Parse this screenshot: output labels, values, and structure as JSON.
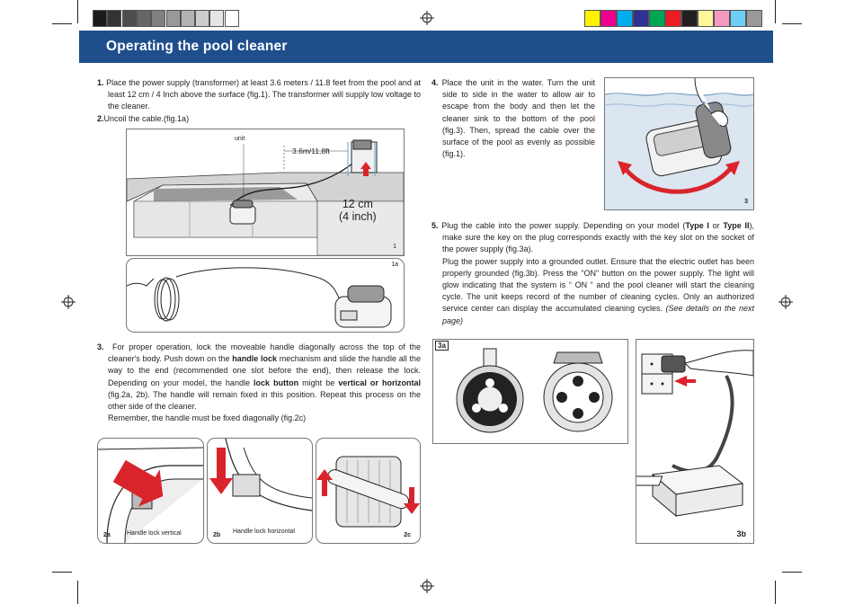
{
  "header": {
    "title": "Operating the pool cleaner"
  },
  "colors": {
    "banner": "#1f4e8c",
    "arrow_red": "#d9242b",
    "water": "#dbe6f1"
  },
  "grayscale_swatches": [
    "#1a1a1a",
    "#333333",
    "#4d4d4d",
    "#666666",
    "#808080",
    "#999999",
    "#b3b3b3",
    "#cccccc",
    "#e6e6e6",
    "#ffffff"
  ],
  "color_swatches": [
    "#fff200",
    "#ec008c",
    "#00aeef",
    "#2e3192",
    "#00a651",
    "#ed1c24",
    "#231f20",
    "#fff799",
    "#f49ac1",
    "#6dcff6",
    "#999999"
  ],
  "steps": {
    "s1": {
      "num": "1.",
      "text": "Place the power supply (transformer) at least 3.6 meters / 11.8 feet from the pool and at least 12 cm / 4 Inch above the surface (fig.1). The transformer will supply low voltage to the cleaner."
    },
    "s2": {
      "num": "2.",
      "text": "Uncoil the cable.(fig.1a)"
    },
    "s3": {
      "num": "3.",
      "t1": "For proper operation, lock the moveable handle diagonally across the top of the cleaner's body. Push down on the ",
      "b1": "handle lock",
      "t2": " mechanism and slide the handle all the way to the end (recommended one slot before the end), then release the lock. Depending on your model, the handle ",
      "b2": "lock button",
      "t3": " might be ",
      "b3": "vertical or horizontal",
      "t4": " (fig.2a, 2b). The handle will remain  fixed in this position. Repeat this process on the other side of the cleaner.",
      "t5": "Remember, the handle must be fixed diagonally (fig.2c)"
    },
    "s4": {
      "num": "4.",
      "text": "Place the unit in the water. Turn the unit side to side in the water to allow air  to escape from the body and then let the cleaner sink to the bottom of the pool (fig.3). Then, spread the cable over the surface of the pool as evenly as possible (fig.1)."
    },
    "s5": {
      "num": "5.",
      "t1": "Plug the cable into the power supply. Depending on your model (",
      "b1": "Type I",
      "t2": " or ",
      "b2": "Type II",
      "t3": "), make sure the key on the plug corresponds exactly with the key slot on the socket of the power supply (fig.3a).",
      "t4": "Plug the power supply into a grounded outlet. Ensure that the electric outlet has been properly grounded (fig.3b). Press the “ON” button on the power supply. The light will glow indicating that the system is “ ON “ and the pool cleaner will start the cleaning cycle. The unit keeps record of the number of cleaning cycles. Only an authorized service center can display the accumulated cleaning cycles. ",
      "i1": "(See details on the next page)"
    }
  },
  "figures": {
    "fig1": {
      "label": "1",
      "unit_label": "unit",
      "distance_label": "3.6m/11.8ft",
      "height_line1": "12 cm",
      "height_line2": "(4 inch)"
    },
    "fig1a": {
      "label": "1a"
    },
    "fig3": {
      "label": "3"
    },
    "fig3a": {
      "label": "3a"
    },
    "fig3b": {
      "label": "3b"
    },
    "fig2a": {
      "label": "2a",
      "caption": "Handle lock vertical"
    },
    "fig2b": {
      "label": "2b",
      "caption": "Handle lock horizontal"
    },
    "fig2c": {
      "label": "2c"
    }
  }
}
